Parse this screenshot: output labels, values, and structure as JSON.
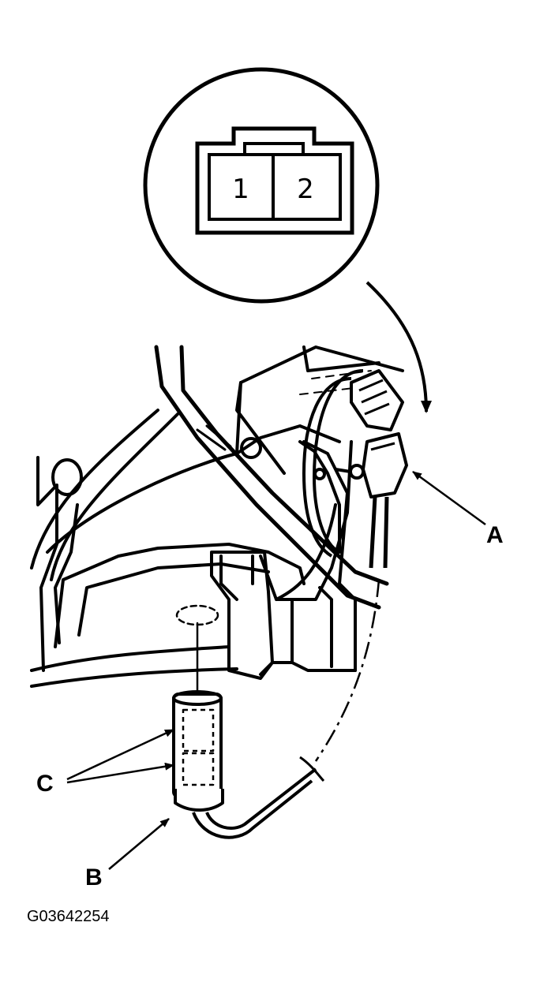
{
  "connector_detail": {
    "pins": [
      "1",
      "2"
    ]
  },
  "callouts": {
    "a": "A",
    "b": "B",
    "c": "C"
  },
  "figure_code": "G03642254",
  "colors": {
    "ink": "#000000",
    "paper": "#ffffff"
  }
}
